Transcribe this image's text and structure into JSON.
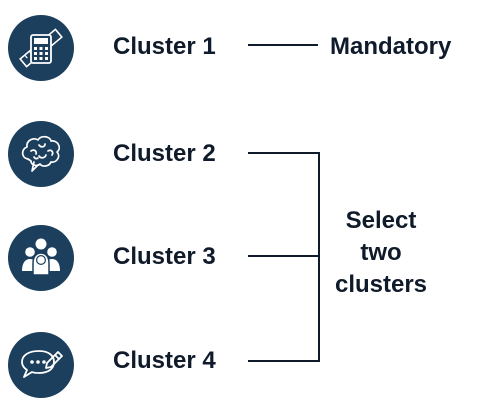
{
  "clusters": [
    {
      "label": "Cluster 1",
      "icon": "calculator-ruler-icon"
    },
    {
      "label": "Cluster 2",
      "icon": "brain-icon"
    },
    {
      "label": "Cluster 3",
      "icon": "people-group-icon"
    },
    {
      "label": "Cluster 4",
      "icon": "speech-bubble-pencil-icon"
    }
  ],
  "mandatory_label": "Mandatory",
  "select_label": [
    "Select",
    "two",
    "clusters"
  ],
  "colors": {
    "icon_circle": "#1c3f5d",
    "text": "#0f1a2a",
    "line": "#0f1a2a"
  }
}
